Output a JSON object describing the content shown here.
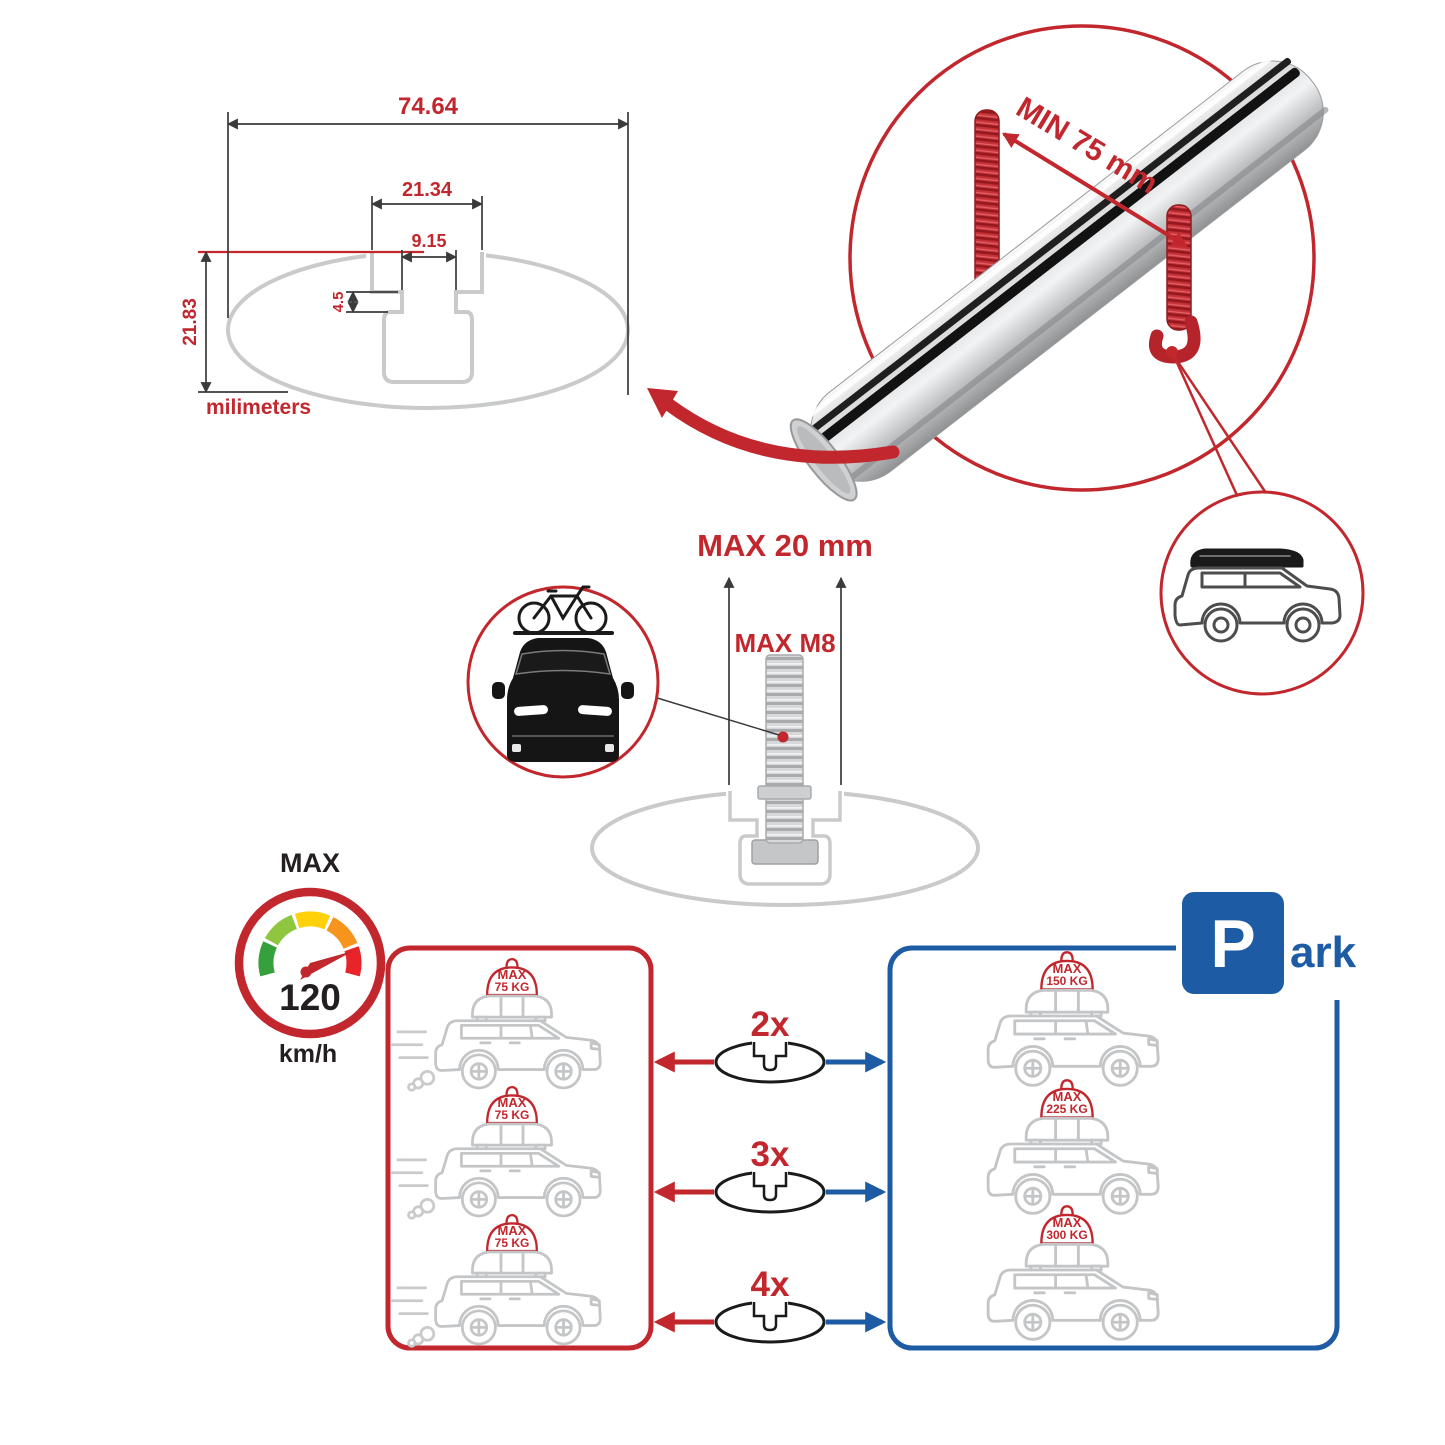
{
  "cross_section_diagram": {
    "overall_width": "74.64",
    "channel_width": "21.34",
    "slot_width": "9.15",
    "slot_depth": "4.5",
    "overall_height": "21.83",
    "units_label": "milimeters"
  },
  "bar_photo_detail": {
    "min_hook_spacing": "MIN 75 mm"
  },
  "bolt_diagram": {
    "max_bolt_length": "MAX 20 mm",
    "max_thread_size": "MAX M8"
  },
  "speed_limit": {
    "label": "MAX",
    "value": "120",
    "units": "km/h"
  },
  "parking_sign": {
    "letter": "P",
    "suffix": "ark"
  },
  "load_capacity": {
    "crossbar_counts": [
      "2x",
      "3x",
      "4x"
    ],
    "driving_limits": [
      {
        "label": "MAX",
        "weight": "75 KG"
      },
      {
        "label": "MAX",
        "weight": "75 KG"
      },
      {
        "label": "MAX",
        "weight": "75 KG"
      }
    ],
    "parked_limits": [
      {
        "label": "MAX",
        "weight": "150 KG"
      },
      {
        "label": "MAX",
        "weight": "225 KG"
      },
      {
        "label": "MAX",
        "weight": "300 KG"
      }
    ]
  },
  "colors": {
    "accent_red": "#c1272d",
    "accent_blue": "#1d5ca5",
    "drawing_gray": "#c9cacc"
  }
}
